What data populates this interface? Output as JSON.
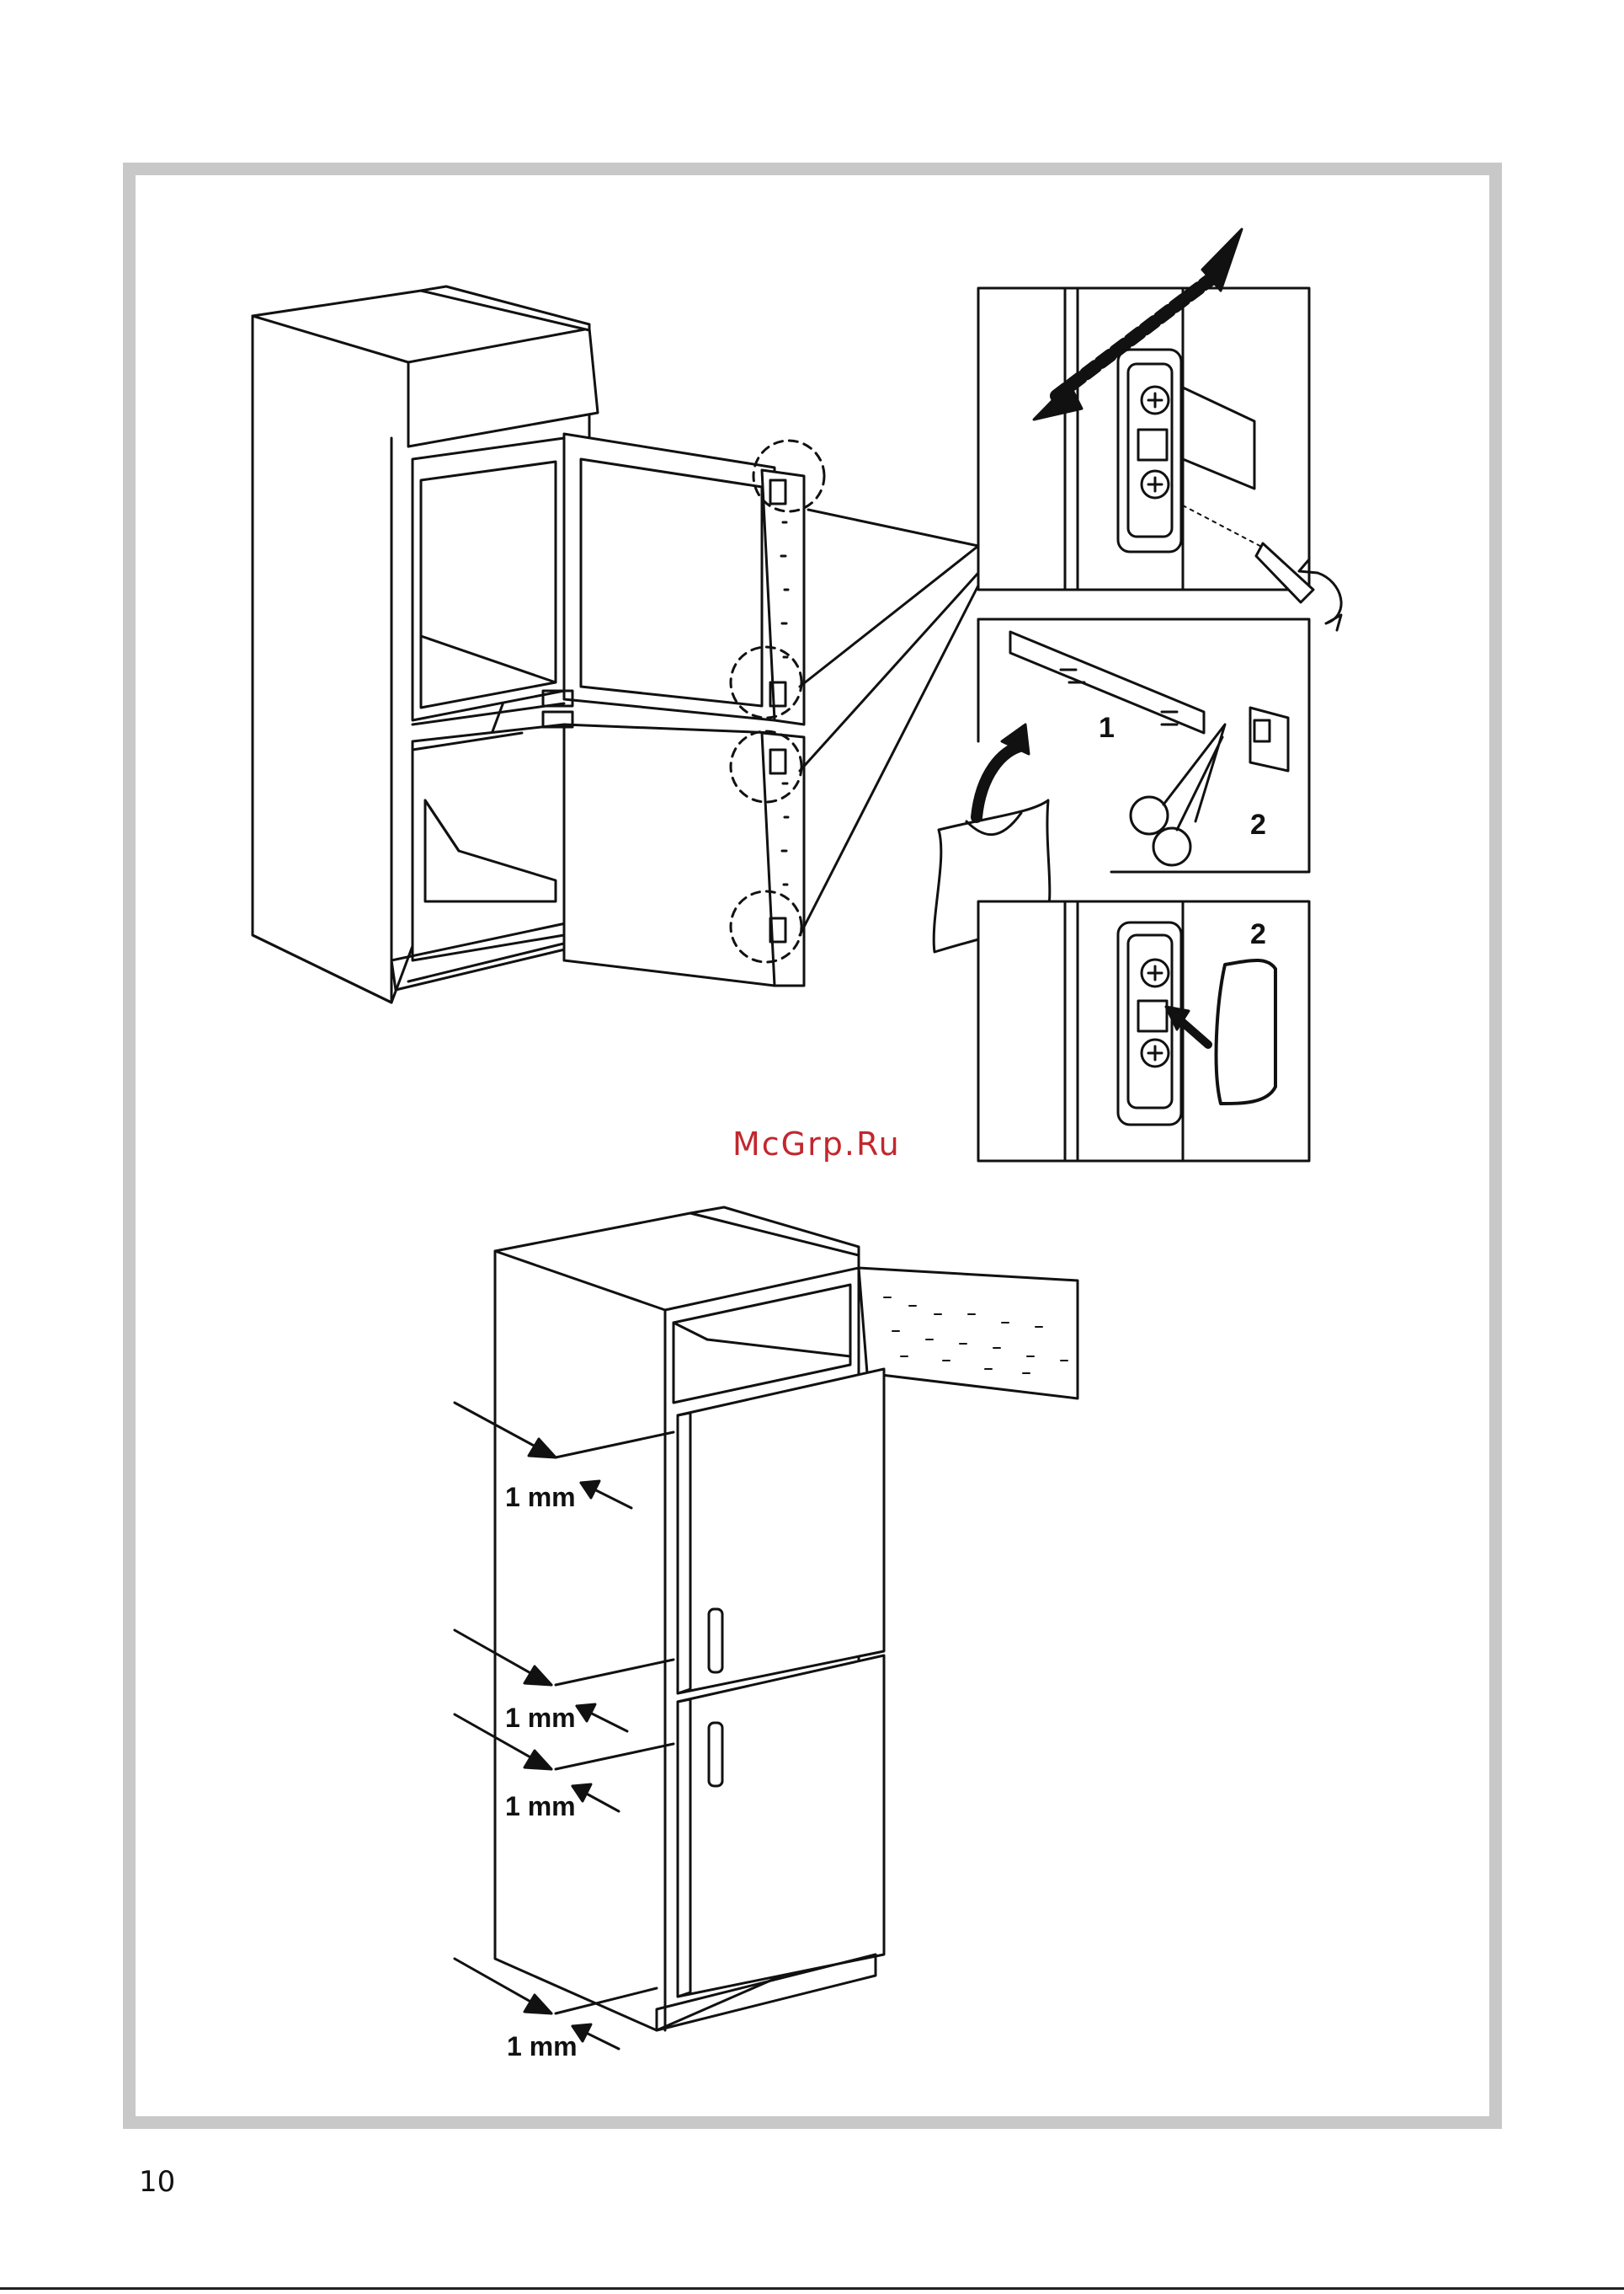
{
  "illustration_top": {
    "callouts": {
      "part1": "1",
      "part2": "2",
      "part2b": "2"
    }
  },
  "illustration_bottom": {
    "gap_labels": [
      "1 mm",
      "1 mm",
      "1 mm",
      "1 mm"
    ]
  },
  "watermark": "McGrp.Ru",
  "page_number": "10"
}
